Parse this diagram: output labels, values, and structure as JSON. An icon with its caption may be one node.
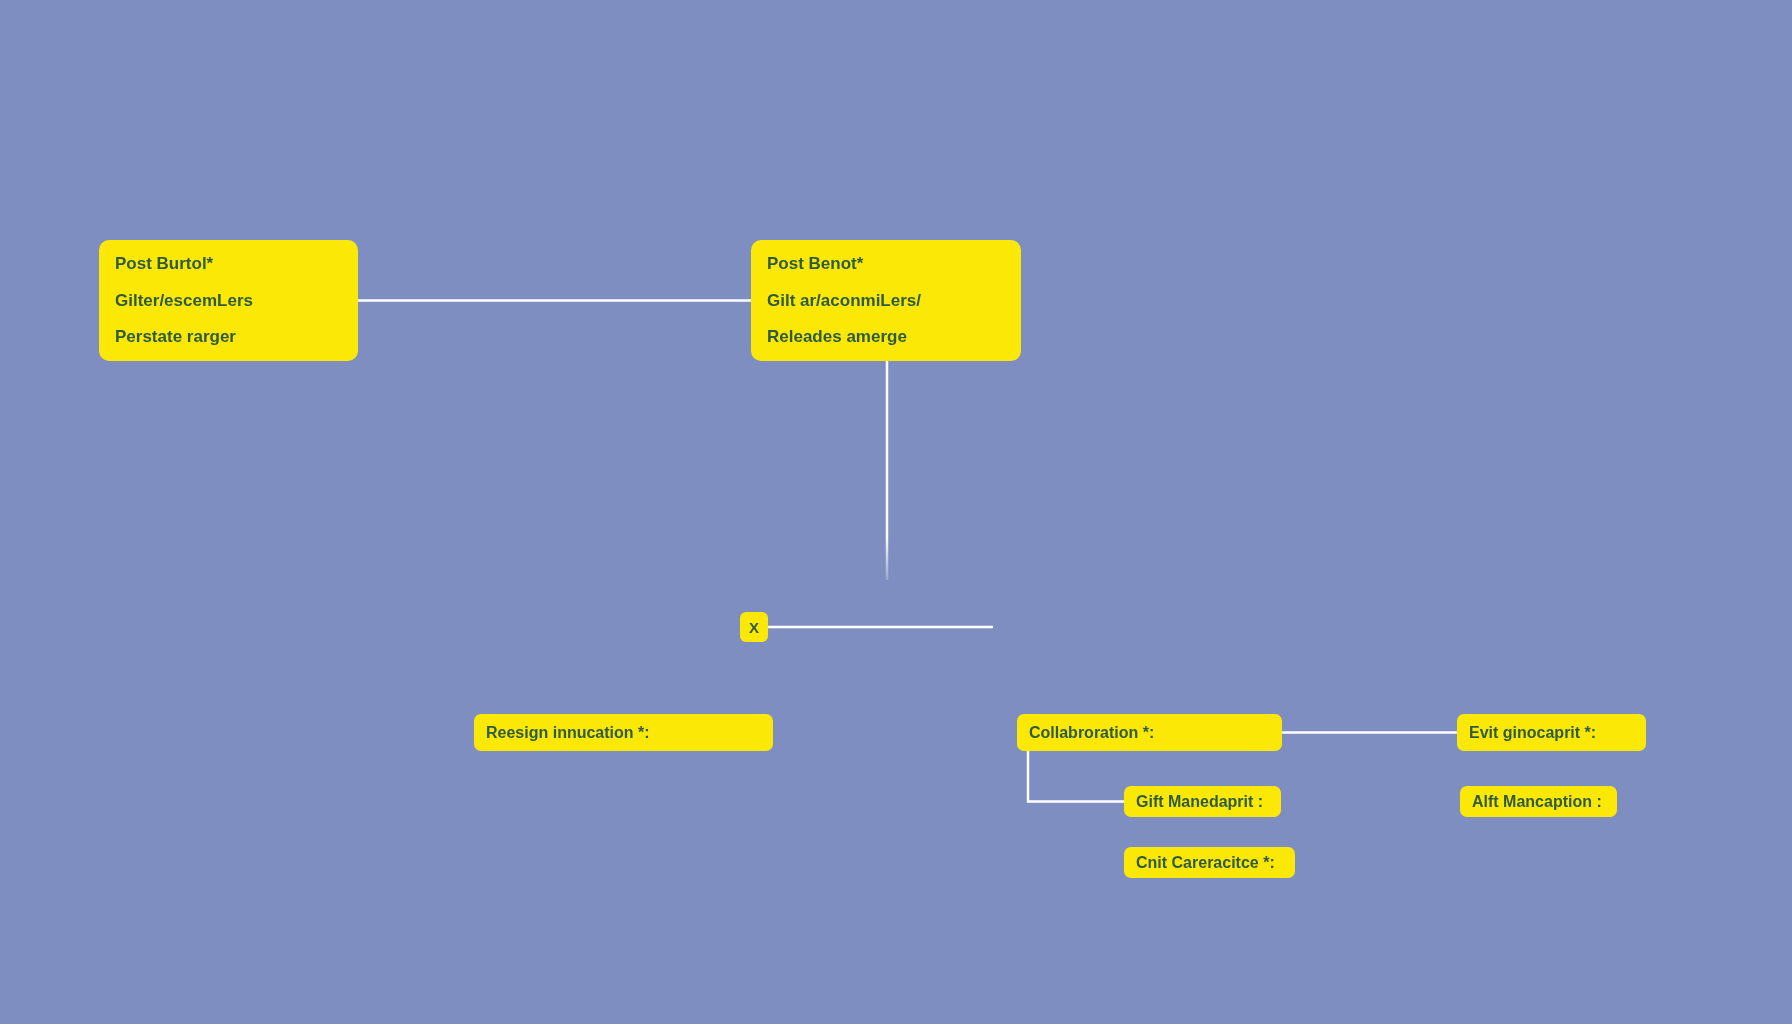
{
  "diagram": {
    "nodes": [
      {
        "text": [
          "Post Burtol*",
          "Gilter/escemLers",
          "Perstate rarger"
        ]
      },
      {
        "text": [
          "Post Benot*",
          "Gilt ar/aconmiLers/",
          "Releades amerge"
        ]
      },
      {
        "text": [
          "X"
        ]
      },
      {
        "text": [
          "Reesign innucation *:"
        ]
      },
      {
        "text": [
          "Collabroration *:"
        ]
      },
      {
        "text": [
          "Gift Manedaprit :"
        ]
      },
      {
        "text": [
          "Cnit Careracitce *:"
        ]
      },
      {
        "text": [
          "Evit ginocaprit *:"
        ]
      },
      {
        "text": [
          "Alft Mancaption :"
        ]
      }
    ],
    "edges": [
      {
        "from": 0,
        "to": 1,
        "arrow": "none"
      },
      {
        "from": 1,
        "to": null,
        "arrow": "none"
      },
      {
        "from": 2,
        "to": null,
        "arrow": "none"
      },
      {
        "from": 4,
        "to": 7,
        "arrow": "none"
      },
      {
        "from": 4,
        "to": 5,
        "arrow": "none"
      }
    ]
  }
}
